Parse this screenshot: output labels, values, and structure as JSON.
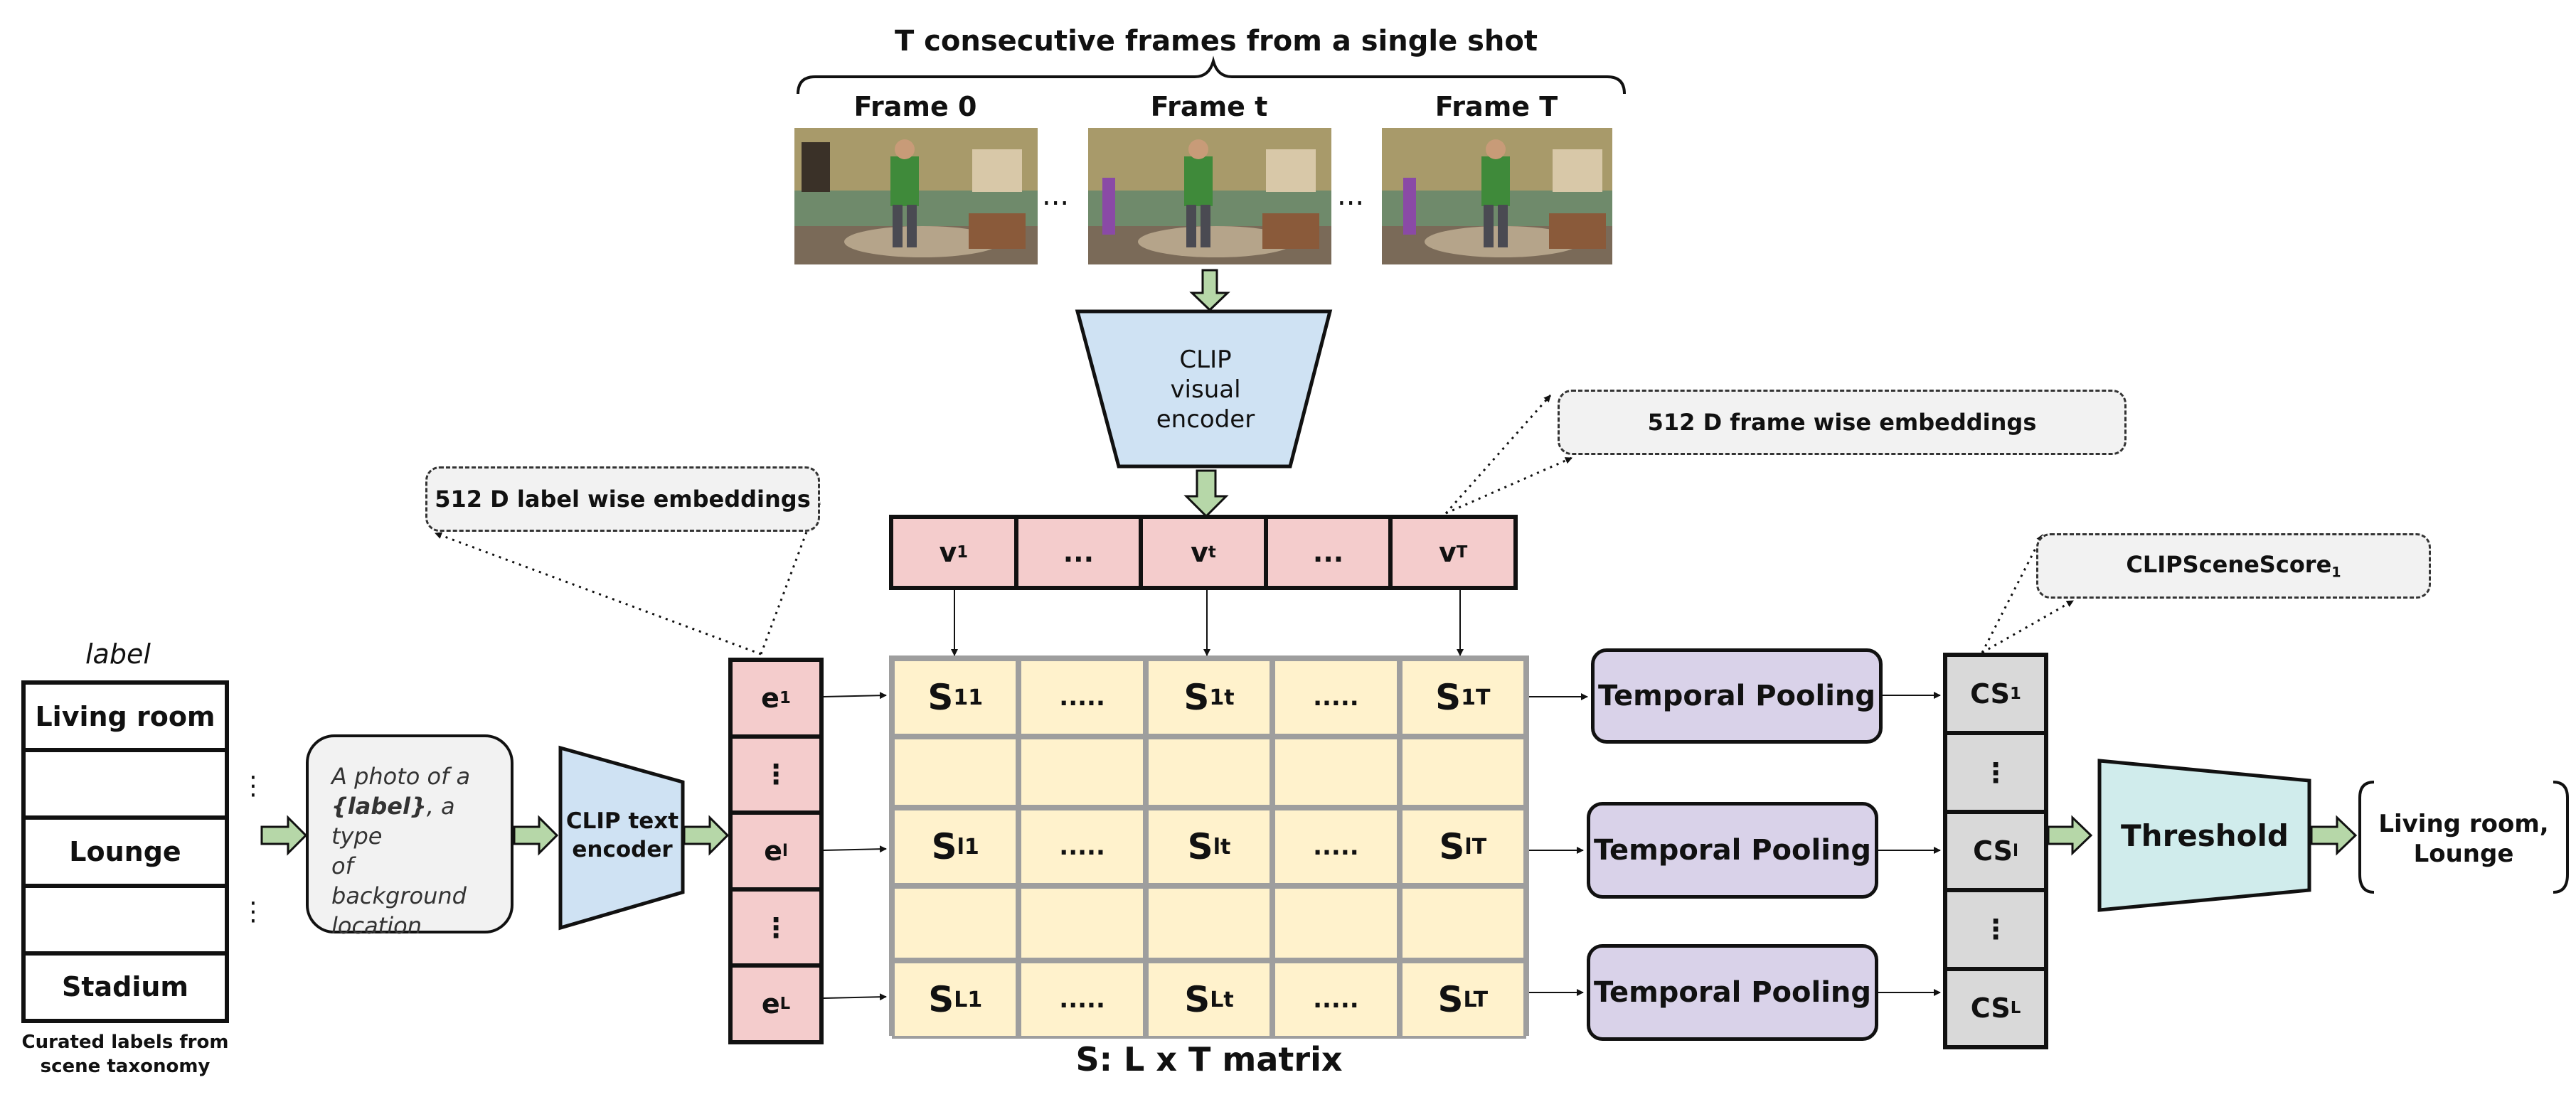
{
  "header": {
    "title": "T consecutive frames from a single shot"
  },
  "frames": [
    {
      "label": "Frame 0"
    },
    {
      "label": "Frame t"
    },
    {
      "label": "Frame T"
    }
  ],
  "frame_gap": "...",
  "visual_encoder": {
    "line1": "CLIP",
    "line2": "visual",
    "line3": "encoder"
  },
  "notes": {
    "frame_embeddings": "512 D frame wise embeddings",
    "label_embeddings": "512 D label wise embeddings",
    "scene_score": {
      "base": "CLIPSceneScore",
      "sub": "1"
    }
  },
  "v_vector": [
    {
      "base": "v",
      "sub": "1"
    },
    {
      "base": "...",
      "sub": ""
    },
    {
      "base": "v",
      "sub": "t"
    },
    {
      "base": "...",
      "sub": ""
    },
    {
      "base": "v",
      "sub": "T"
    }
  ],
  "label_list": {
    "header": "label",
    "items": [
      "Living room",
      "",
      "Lounge",
      "",
      "Stadium"
    ],
    "side_dots": [
      "⋮",
      "⋮"
    ],
    "caption_line1": "Curated labels from",
    "caption_line2": "scene taxonomy"
  },
  "prompt": {
    "line1": "A photo of a",
    "line2_label": "{label}",
    "line2_rest": ", a type",
    "line3": "of",
    "line4": "background",
    "line5": "location"
  },
  "text_encoder": {
    "line1": "CLIP text",
    "line2": "encoder"
  },
  "e_vector": [
    {
      "base": "e",
      "sub": "1"
    },
    {
      "base": "⋮",
      "sub": ""
    },
    {
      "base": "e",
      "sub": "l"
    },
    {
      "base": "⋮",
      "sub": ""
    },
    {
      "base": "e",
      "sub": "L"
    }
  ],
  "matrix": {
    "rows": [
      [
        {
          "base": "S",
          "sub": "11"
        },
        {
          "base": ".....",
          "sub": ""
        },
        {
          "base": "S",
          "sub": "1t"
        },
        {
          "base": ".....",
          "sub": ""
        },
        {
          "base": "S",
          "sub": "1T"
        }
      ],
      [
        {
          "base": "",
          "sub": ""
        },
        {
          "base": "",
          "sub": ""
        },
        {
          "base": "",
          "sub": ""
        },
        {
          "base": "",
          "sub": ""
        },
        {
          "base": "",
          "sub": ""
        }
      ],
      [
        {
          "base": "S",
          "sub": "l1"
        },
        {
          "base": ".....",
          "sub": ""
        },
        {
          "base": "S",
          "sub": "lt"
        },
        {
          "base": ".....",
          "sub": ""
        },
        {
          "base": "S",
          "sub": "lT"
        }
      ],
      [
        {
          "base": "",
          "sub": ""
        },
        {
          "base": "",
          "sub": ""
        },
        {
          "base": "",
          "sub": ""
        },
        {
          "base": "",
          "sub": ""
        },
        {
          "base": "",
          "sub": ""
        }
      ],
      [
        {
          "base": "S",
          "sub": "L1"
        },
        {
          "base": ".....",
          "sub": ""
        },
        {
          "base": "S",
          "sub": "Lt"
        },
        {
          "base": ".....",
          "sub": ""
        },
        {
          "base": "S",
          "sub": "LT"
        }
      ]
    ],
    "caption": "S: L x T matrix"
  },
  "pooling": [
    "Temporal Pooling",
    "Temporal Pooling",
    "Temporal Pooling"
  ],
  "cs_vector": [
    {
      "base": "CS",
      "sub": "1"
    },
    {
      "base": "⋮",
      "sub": ""
    },
    {
      "base": "CS",
      "sub": "l"
    },
    {
      "base": "⋮",
      "sub": ""
    },
    {
      "base": "CS",
      "sub": "L"
    }
  ],
  "threshold": {
    "label": "Threshold"
  },
  "output": {
    "line1": "Living room,",
    "line2": "Lounge"
  },
  "colors": {
    "pink": "#f4cccc",
    "cream": "#fff2cc",
    "blue": "#cfe2f3",
    "purple": "#d9d2e9",
    "teal": "#d0ecec",
    "gray": "#d9d9d9",
    "arrow_green": "#b6d7a8"
  }
}
